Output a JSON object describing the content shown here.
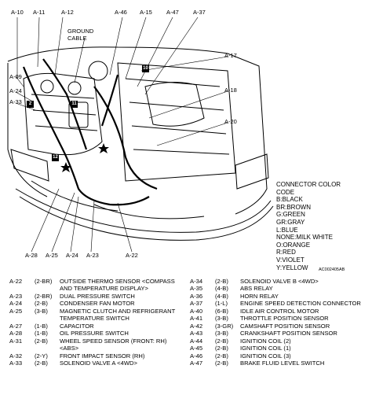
{
  "callouts_top": [
    "A-10",
    "A-11",
    "A-12",
    "A-46",
    "A-15",
    "A-47",
    "A-37"
  ],
  "ground_cable": [
    "GROUND",
    "CABLE"
  ],
  "callouts_left": [
    "A-09",
    "A-24",
    "A-33"
  ],
  "callouts_right": [
    "A-17",
    "A-18",
    "A-20"
  ],
  "callouts_bottom": [
    "A-28",
    "A-25",
    "A-24",
    "A-23",
    "A-22"
  ],
  "markers": [
    "10",
    "2",
    "11",
    "12"
  ],
  "legend": [
    "CONNECTOR COLOR",
    "CODE",
    "B:BLACK",
    "BR:BROWN",
    "G:GREEN",
    "GR:GRAY",
    "L:BLUE",
    "NONE:MILK WHITE",
    "O:ORANGE",
    "R:RED",
    "V:VIOLET",
    "Y:YELLOW"
  ],
  "figure_code": "AC002405AB",
  "left_table": [
    {
      "id": "A-22",
      "color": "(2-BR)",
      "name": "OUTSIDE THERMO SENSOR <COMPASS AND TEMPERATURE DISPLAY>"
    },
    {
      "id": "A-23",
      "color": "(2-BR)",
      "name": "DUAL PRESSURE SWITCH"
    },
    {
      "id": "A-24",
      "color": "(2-B)",
      "name": "CONDENSER FAN MOTOR"
    },
    {
      "id": "A-25",
      "color": "(3-B)",
      "name": "MAGNETIC CLUTCH AND REFRIGERANT TEMPERATURE SWITCH"
    },
    {
      "id": "A-27",
      "color": "(1-B)",
      "name": "CAPACITOR"
    },
    {
      "id": "A-28",
      "color": "(1-B)",
      "name": "OIL PRESSURE SWITCH"
    },
    {
      "id": "A-31",
      "color": "(2-B)",
      "name": "WHEEL SPEED SENSOR (FRONT: RH) <ABS>"
    },
    {
      "id": "A-32",
      "color": "(2-Y)",
      "name": "FRONT IMPACT SENSOR (RH)"
    },
    {
      "id": "A-33",
      "color": "(2-B)",
      "name": "SOLENOID VALVE A <4WD>"
    }
  ],
  "right_table": [
    {
      "id": "A-34",
      "color": "(2-B)",
      "name": "SOLENOID VALVE B <4WD>"
    },
    {
      "id": "A-35",
      "color": "(4-B)",
      "name": "ABS RELAY"
    },
    {
      "id": "A-36",
      "color": "(4-B)",
      "name": "HORN RELAY"
    },
    {
      "id": "A-37",
      "color": "(1-L)",
      "name": "ENGINE SPEED DETECTION CONNECTOR"
    },
    {
      "id": "A-40",
      "color": "(6-B)",
      "name": "IDLE AIR CONTROL MOTOR"
    },
    {
      "id": "A-41",
      "color": "(3-B)",
      "name": "THROTTLE POSITION SENSOR"
    },
    {
      "id": "A-42",
      "color": "(3-GR)",
      "name": "CAMSHAFT POSITION SENSOR"
    },
    {
      "id": "A-43",
      "color": "(3-B)",
      "name": "CRANKSHAFT POSITION SENSOR"
    },
    {
      "id": "A-44",
      "color": "(2-B)",
      "name": "IGNITION COIL (2)"
    },
    {
      "id": "A-45",
      "color": "(2-B)",
      "name": "IGNITION COIL (1)"
    },
    {
      "id": "A-46",
      "color": "(2-B)",
      "name": "IGNITION COIL (3)"
    },
    {
      "id": "A-47",
      "color": "(2-B)",
      "name": "BRAKE FLUID LEVEL SWITCH"
    }
  ]
}
